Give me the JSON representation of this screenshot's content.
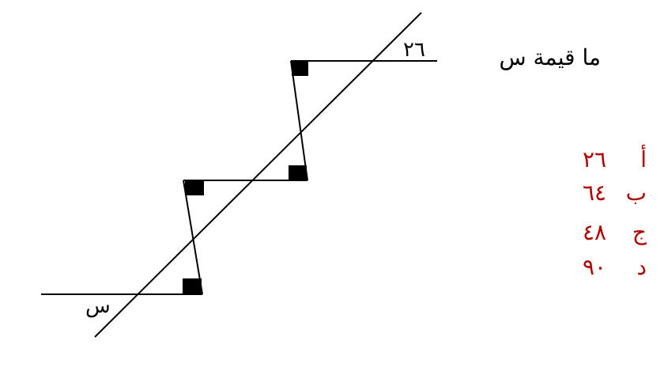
{
  "figure": {
    "angle_label": "٢٦",
    "unknown_label": "س"
  },
  "question": {
    "text": "ما قيمة س"
  },
  "choices": [
    {
      "letter": "أ",
      "value": "٢٦"
    },
    {
      "letter": "ب",
      "value": "٦٤"
    },
    {
      "letter": "ج",
      "value": "٤٨"
    },
    {
      "letter": "د",
      "value": "٩٠"
    }
  ],
  "colors": {
    "lines": "#000000",
    "right_angle_marks": "#000000",
    "choice_text": "#b00000",
    "question_text": "#000000"
  }
}
